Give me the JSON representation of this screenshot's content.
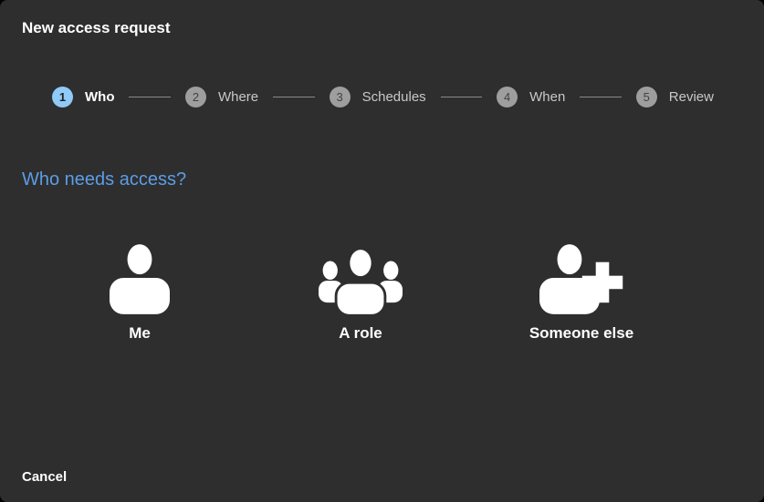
{
  "dialog": {
    "title": "New access request",
    "cancel_label": "Cancel"
  },
  "stepper": {
    "steps": [
      {
        "number": "1",
        "label": "Who",
        "state": "active"
      },
      {
        "number": "2",
        "label": "Where",
        "state": "upcoming"
      },
      {
        "number": "3",
        "label": "Schedules",
        "state": "upcoming"
      },
      {
        "number": "4",
        "label": "When",
        "state": "upcoming"
      },
      {
        "number": "5",
        "label": "Review",
        "state": "upcoming"
      }
    ]
  },
  "content": {
    "question": "Who needs access?",
    "options": [
      {
        "label": "Me",
        "icon": "person-icon"
      },
      {
        "label": "A role",
        "icon": "group-icon"
      },
      {
        "label": "Someone else",
        "icon": "person-add-icon"
      }
    ]
  },
  "colors": {
    "dialog_background": "#2e2e2e",
    "active_step_circle": "#90caf9",
    "inactive_step_circle": "#9e9e9e",
    "question_blue": "#5c9de5",
    "text_white": "#ffffff",
    "inactive_label_gray": "#c8c8c8"
  }
}
